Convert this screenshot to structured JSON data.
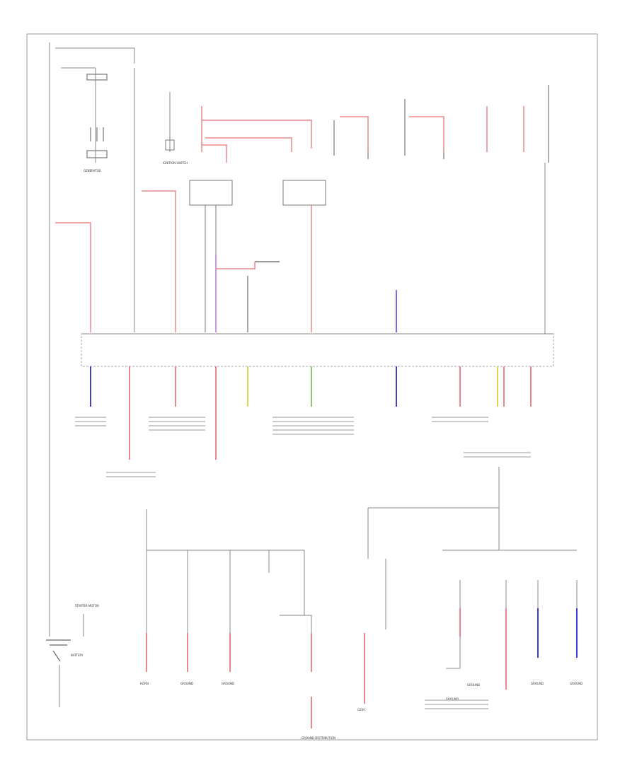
{
  "diagram": {
    "labels": {
      "generator": "GENERATOR",
      "ignition_switch": "IGNITION SWITCH",
      "battery": "BATTERY",
      "starter_motor": "STARTER MOTOR",
      "groundstrap": "G200",
      "horn": "HORN",
      "ground_a": "GROUND",
      "ground_b": "GROUND",
      "ground_c": "GROUND",
      "ground_d": "GROUND",
      "ground_e": "GROUND",
      "ground_f": "GROUND",
      "ground_distribution": "GROUND DISTRIBUTION"
    },
    "colors": {
      "red": "#e8888c",
      "pink": "#f2b6b8",
      "blue": "#4040d8",
      "violet": "#b07ad0",
      "yellow": "#d8d850",
      "green": "#88c878",
      "gray": "#aaaaaa",
      "ink": "#555555"
    }
  }
}
